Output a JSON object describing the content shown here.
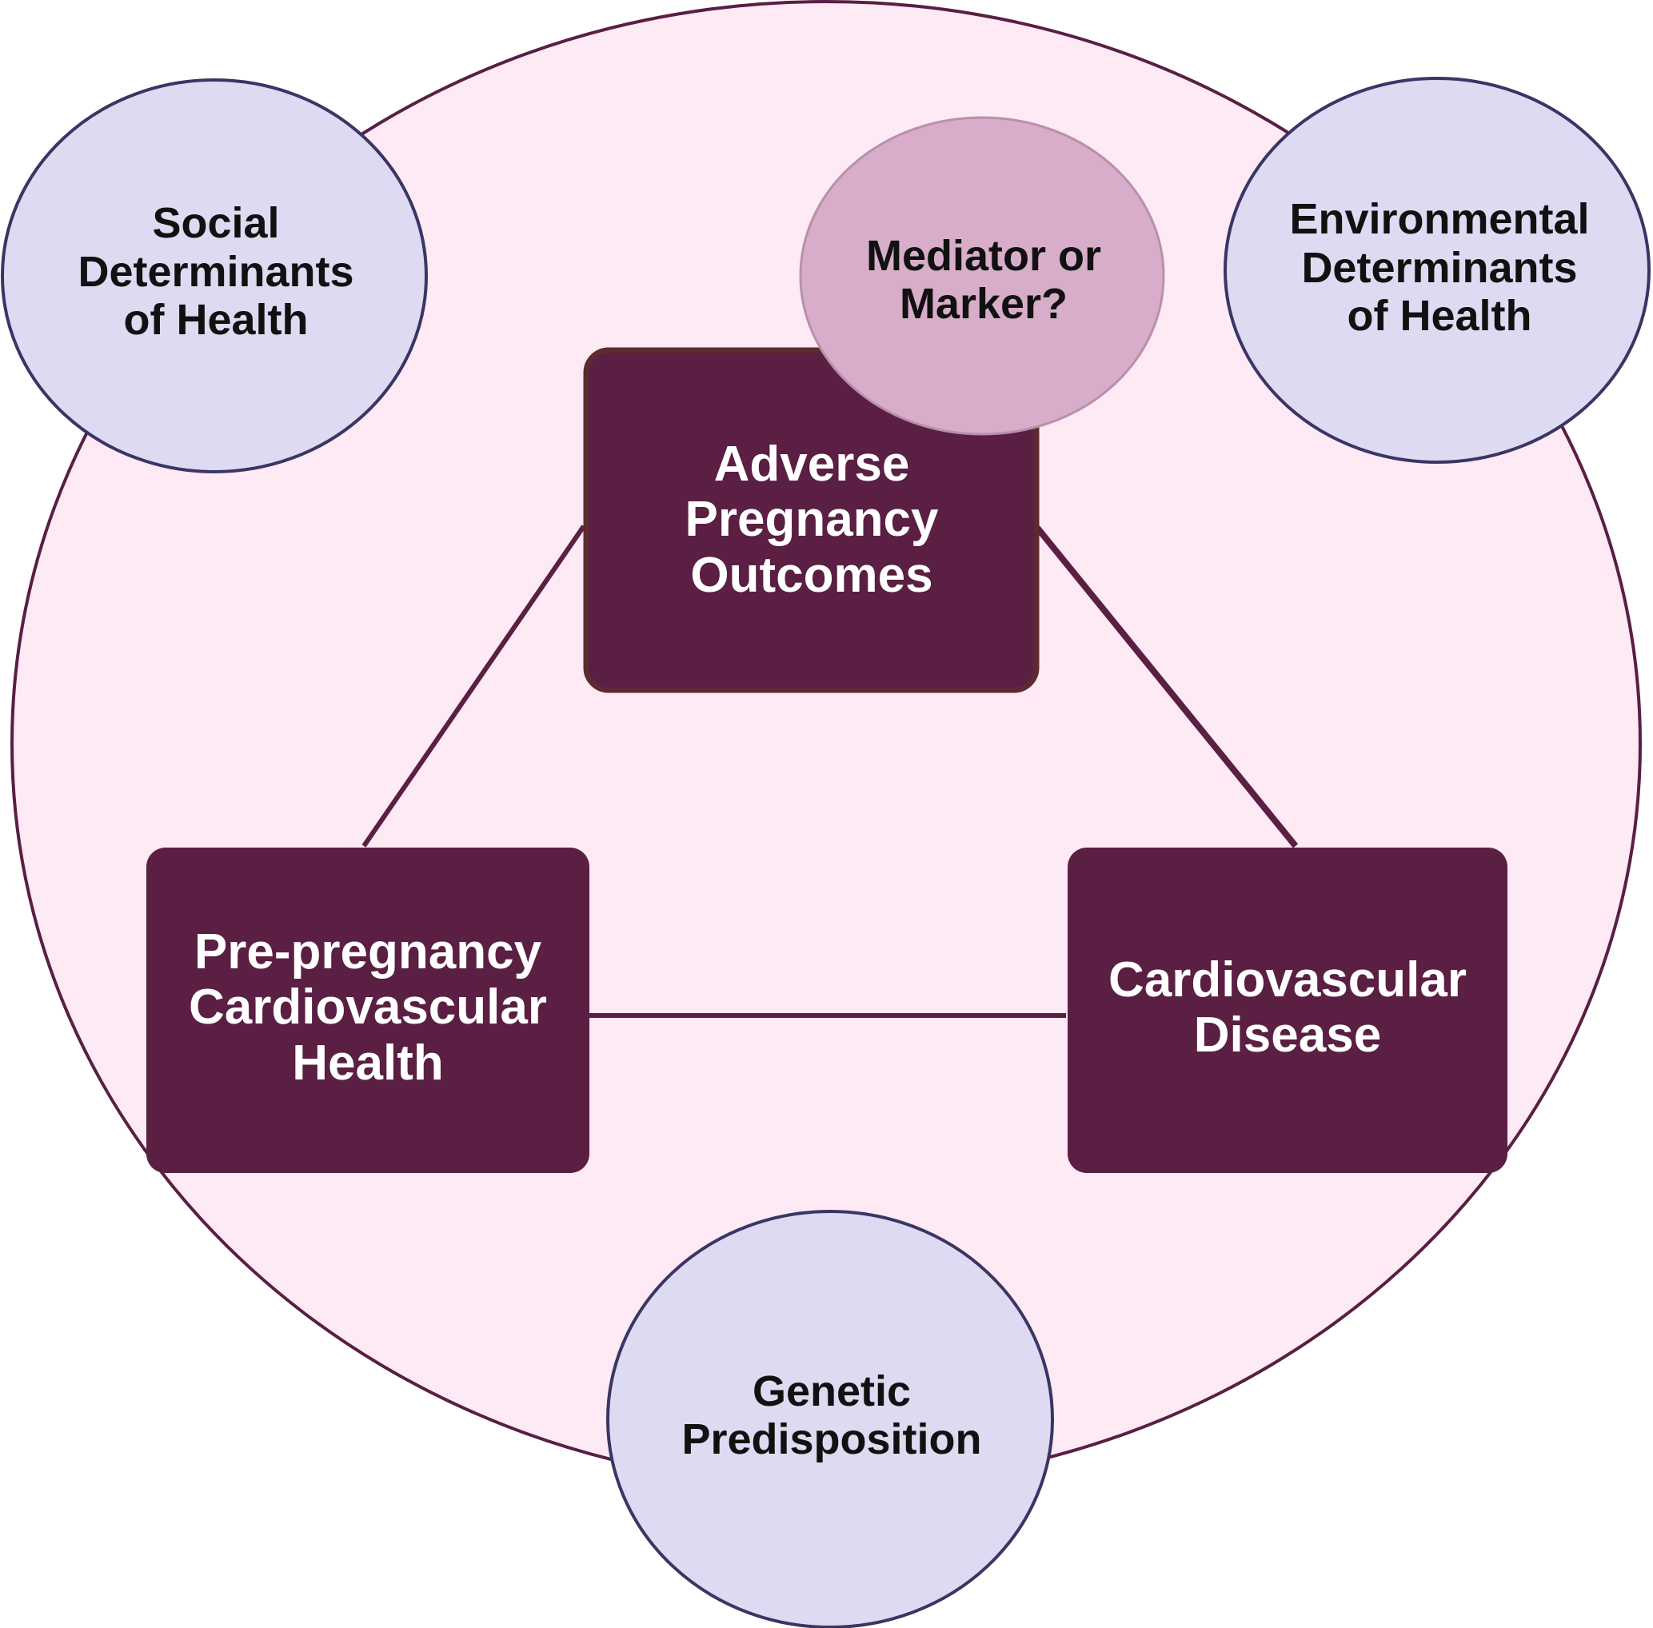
{
  "colors": {
    "outer_circle_fill": "#fdeaf4",
    "outer_circle_stroke": "#5a1e44",
    "node_box_fill": "#5a1f42",
    "node_box_border": "#5c2a30",
    "determinant_fill": "#dedaf1",
    "determinant_stroke": "#3a3565",
    "mediator_fill": "#d7adc9",
    "mediator_stroke": "#b890ac",
    "arrow": "#5a1f42"
  },
  "nodes": {
    "adverse_pregnancy_outcomes": "Adverse\nPregnancy\nOutcomes",
    "pre_pregnancy_health": "Pre-pregnancy\nCardiovascular\nHealth",
    "cardiovascular_disease": "Cardiovascular\nDisease"
  },
  "determinants": {
    "social": "Social\nDeterminants\nof Health",
    "environmental": "Environmental\nDeterminants\nof Health",
    "genetic": "Genetic\nPredisposition"
  },
  "mediator": "Mediator or\nMarker?",
  "edges": [
    {
      "from": "pre_pregnancy_health",
      "to": "adverse_pregnancy_outcomes"
    },
    {
      "from": "adverse_pregnancy_outcomes",
      "to": "cardiovascular_disease"
    },
    {
      "from": "pre_pregnancy_health",
      "to": "cardiovascular_disease"
    }
  ]
}
